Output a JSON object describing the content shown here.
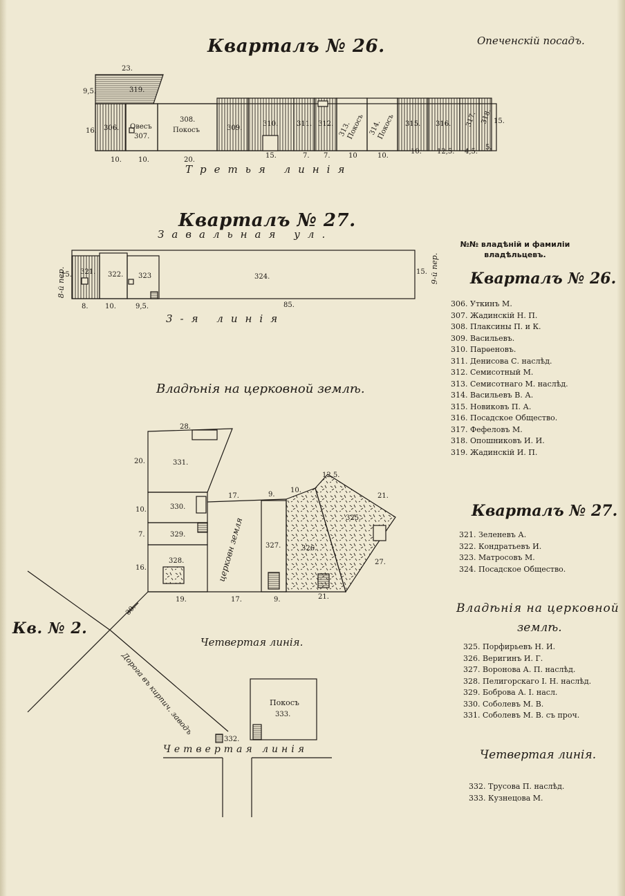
{
  "header": {
    "kvartal26_title": "Кварталъ № 26.",
    "posad": "Опеченскiй посадъ.",
    "kvartal27_title": "Кварталъ № 27.",
    "church_land_title": "Владѣнiя на церковной землѣ.",
    "kv2_label": "Кв. № 2."
  },
  "map26": {
    "plots": [
      {
        "no": "319.",
        "note": ""
      },
      {
        "no": "306.",
        "note": ""
      },
      {
        "no": "307.",
        "note": "Овесъ"
      },
      {
        "no": "308.",
        "note": "Покосъ"
      },
      {
        "no": "309.",
        "note": ""
      },
      {
        "no": "310.",
        "note": ""
      },
      {
        "no": "311.",
        "note": ""
      },
      {
        "no": "312.",
        "note": ""
      },
      {
        "no": "313.",
        "note": "Покосъ"
      },
      {
        "no": "314.",
        "note": "Покосъ"
      },
      {
        "no": "315.",
        "note": ""
      },
      {
        "no": "316.",
        "note": ""
      },
      {
        "no": "317.",
        "note": ""
      },
      {
        "no": "318.",
        "note": ""
      }
    ],
    "frontage": [
      "10.",
      "10.",
      "20.",
      "15.",
      "7.",
      "7.",
      "10",
      "10.",
      "10.",
      "12,5.",
      "4,5.",
      "5."
    ],
    "side_labels": [
      "23.",
      "9,5.",
      "16.",
      "15."
    ],
    "street": "Третья линiя"
  },
  "map27": {
    "street_top": "Завальная ул.",
    "lane_left": "8-й пер.",
    "lane_right": "9-й пер.",
    "plots": [
      "321.",
      "322.",
      "323",
      "324."
    ],
    "frontage": [
      "8.",
      "10.",
      "9,5.",
      "85."
    ],
    "side_labels": [
      "15.",
      "15."
    ],
    "street_bottom": "3-я линiя"
  },
  "church_map": {
    "plots": [
      "331.",
      "330.",
      "329.",
      "328.",
      "327.",
      "326.",
      "325."
    ],
    "dims": [
      "28.",
      "20.",
      "10.",
      "7.",
      "16.",
      "17.",
      "9.",
      "10.",
      "12,5.",
      "21.",
      "27.",
      "19.",
      "17.",
      "9.",
      "21.",
      "30."
    ],
    "church_land_label": "церковн земля",
    "fourth_line_label": "Четвертая линiя."
  },
  "lower_map": {
    "road_label": "Дорога въ кирпич. заводъ",
    "plot333_note": "Покосъ",
    "plot333_no": "333.",
    "plot332_no": "332.",
    "street": "Четвертая линiя"
  },
  "legend": {
    "caption_line1": "№№ владѣнiй и фамилiи",
    "caption_line2": "владѣльцевъ.",
    "section26_title": "Кварталъ № 26.",
    "section26_items": [
      "306. Уткинъ М.",
      "307. Жадинскiй Н. П.",
      "308. Плаксины П. и К.",
      "309. Васильевъ.",
      "310. Парѳеновъ.",
      "311. Денисова С. наслѣд.",
      "312. Семисотный М.",
      "313. Семисотнаго М. наслѣд.",
      "314. Васильевъ В. А.",
      "315. Новиковъ П. А.",
      "316. Посадское Общество.",
      "317. Фефеловъ М.",
      "318. Опошниковъ И. И.",
      "319. Жадинскiй И. П."
    ],
    "section27_title": "Кварталъ № 27.",
    "section27_items": [
      "321. Зеленевъ А.",
      "322. Кондратьевъ И.",
      "323. Матросовъ М.",
      "324. Посадское Общество."
    ],
    "church_title_line1": "Владѣнiя на церковной",
    "church_title_line2": "землѣ.",
    "church_items": [
      "325. Порфирьевъ Н. И.",
      "326. Веригинъ И. Г.",
      "327. Воронова А. П. наслѣд.",
      "328. Пелигорскаго I. Н. наслѣд.",
      "329. Боброва А. I. насл.",
      "330. Соболевъ М. В.",
      "331. Соболевъ М. В. съ проч."
    ],
    "fourth_title": "Четвертая линiя.",
    "fourth_items": [
      "332. Трусова П. наслѣд.",
      "333. Кузнецова М."
    ]
  },
  "colors": {
    "paper": "#efe9d3",
    "ink": "#1e1a16"
  }
}
